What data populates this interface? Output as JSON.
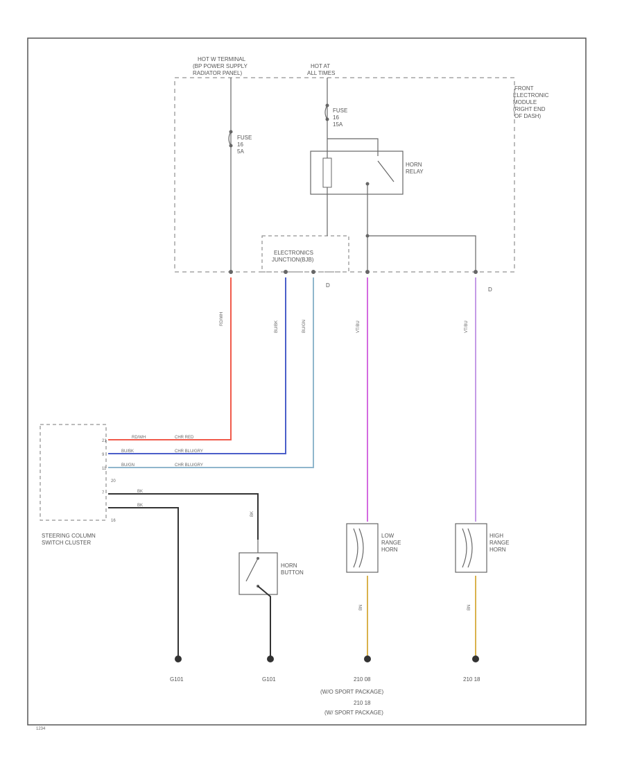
{
  "labels": {
    "hot_terminal": [
      "HOT W TERMINAL",
      "(BP POWER SUPPLY",
      "RADIATOR PANEL)"
    ],
    "hot_at_all_times": [
      "HOT AT",
      "ALL TIMES"
    ],
    "front_module": [
      "FRONT",
      "ELECTRONIC",
      "MODULE",
      "(RIGHT END",
      "OF DASH)"
    ],
    "fuse_left": [
      "FUSE",
      "16",
      "5A"
    ],
    "fuse_right": [
      "FUSE",
      "16",
      "15A"
    ],
    "horn_relay": [
      "HORN",
      "RELAY"
    ],
    "electronics_junction": [
      "ELECTRONICS",
      "JUNCTION(BJB)"
    ],
    "steering_cluster": [
      "STEERING COLUMN",
      "SWITCH CLUSTER"
    ],
    "horn_button": [
      "HORN",
      "BUTTON"
    ],
    "low_horn": [
      "LOW",
      "RANGE",
      "HORN"
    ],
    "high_horn": [
      "HIGH",
      "RANGE",
      "HORN"
    ],
    "ground_1": "G101",
    "ground_2": "G101",
    "ground_3": [
      "210 08",
      "(W/O SPORT PACKAGE)",
      "210 18",
      "(W/ SPORT PACKAGE)"
    ],
    "ground_4": "210 18",
    "connector_d1": "D",
    "connector_d2": "D",
    "figure_id": "1234"
  },
  "wires": {
    "red": "RD/WH",
    "blue1": "BU/BK",
    "blue2": "BU/GN",
    "violet1": "VT/BU",
    "violet2": "VT/BU",
    "wire_row1": [
      "RD/WH",
      "CHR RED"
    ],
    "wire_row2": [
      "BU/BK",
      "CHR BLU/GRY"
    ],
    "wire_row3": [
      "BU/GN",
      "CHR BLU/GRY"
    ],
    "black1": "BK",
    "black2": "BK",
    "black_sw": "BK",
    "brown1": "BN",
    "brown2": "BN"
  },
  "pins": {
    "cluster": [
      "21",
      "9",
      "11",
      "20",
      "7",
      "16"
    ]
  },
  "colors": {
    "red_wire": "#f05a4a",
    "blue_wire": "#4a5ec9",
    "blue_wire2": "#3f78c7",
    "lightblue_wire": "#8fb6cc",
    "violet_wire": "#d46be0",
    "lavender_wire": "#c49ae6",
    "black_wire": "#333333",
    "brown_wire": "#d9b24d",
    "outline": "#666666"
  }
}
